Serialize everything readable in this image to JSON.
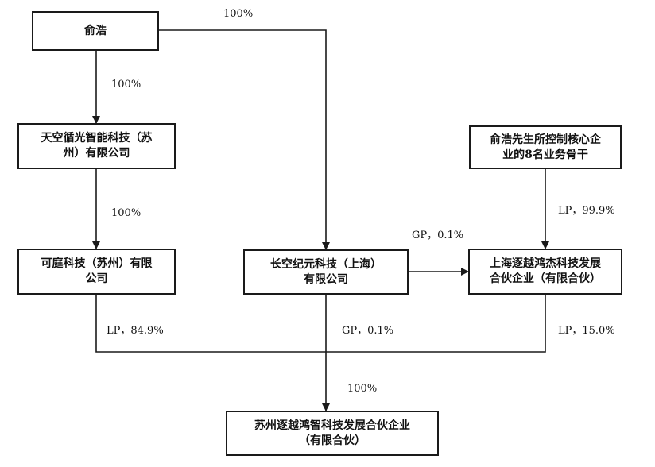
{
  "nodes": {
    "yu_hao": {
      "lines": [
        "俞浩"
      ]
    },
    "tiankong": {
      "lines": [
        "天空循光智能科技（苏",
        "州）有限公司"
      ]
    },
    "keting": {
      "lines": [
        "可庭科技（苏州）有限",
        "公司"
      ]
    },
    "changkong": {
      "lines": [
        "长空纪元科技（上海）",
        "有限公司"
      ]
    },
    "core_staff": {
      "lines": [
        "俞浩先生所控制核心企",
        "业的8名业务骨干"
      ]
    },
    "shanghai_zhuyue": {
      "lines": [
        "上海逐越鸿杰科技发展",
        "合伙企业（有限合伙）"
      ]
    },
    "suzhou_zhuyue": {
      "lines": [
        "苏州逐越鸿智科技发展合伙企业",
        "（有限合伙）"
      ]
    }
  },
  "edges": {
    "yuhao_changkong": "100%",
    "yuhao_tiankong": "100%",
    "tiankong_keting": "100%",
    "core_shanghai": "LP，99.9%",
    "changkong_shanghai": "GP，0.1%",
    "keting_suzhou": "LP，84.9%",
    "changkong_suzhou": "GP，0.1%",
    "shanghai_suzhou": "LP，15.0%",
    "merge_suzhou": "100%"
  }
}
